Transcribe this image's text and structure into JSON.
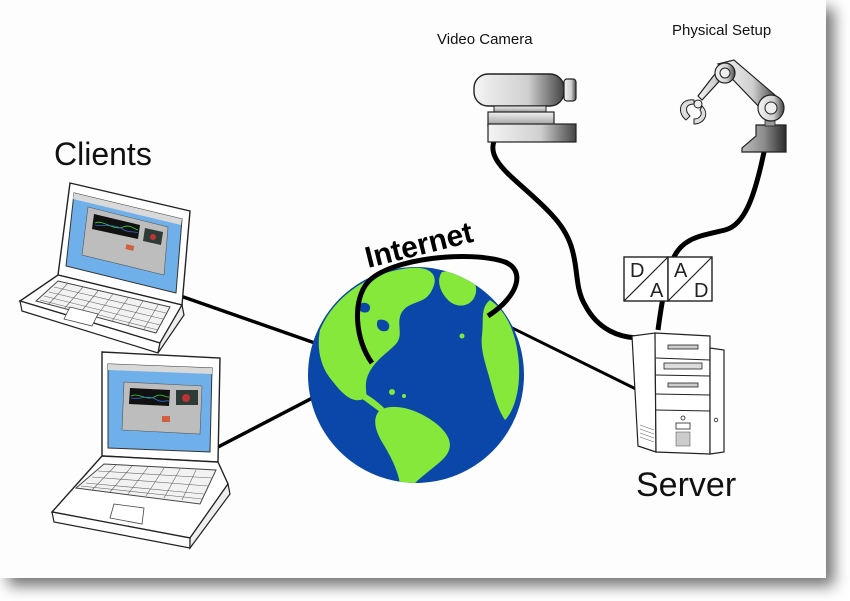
{
  "diagram": {
    "title": "Internet remote lab setup",
    "labels": {
      "clients": "Clients",
      "internet": "Internet",
      "video_camera": "Video Camera",
      "physical_setup": "Physical Setup",
      "server": "Server"
    },
    "converters": [
      {
        "name": "D/A converter",
        "top_left": "D",
        "bottom_right": "A"
      },
      {
        "name": "A/D converter",
        "top_left": "A",
        "bottom_right": "D"
      }
    ],
    "nodes": [
      {
        "id": "client-1",
        "type": "laptop"
      },
      {
        "id": "client-2",
        "type": "laptop"
      },
      {
        "id": "internet",
        "type": "globe"
      },
      {
        "id": "server",
        "type": "tower-computer"
      },
      {
        "id": "video-camera",
        "type": "camera"
      },
      {
        "id": "physical-setup",
        "type": "robot-arm"
      }
    ],
    "connections": [
      {
        "from": "client-1",
        "to": "internet"
      },
      {
        "from": "client-2",
        "to": "internet"
      },
      {
        "from": "internet",
        "to": "server"
      },
      {
        "from": "video-camera",
        "to": "server"
      },
      {
        "from": "physical-setup",
        "to": "converters"
      },
      {
        "from": "converters",
        "to": "server"
      }
    ],
    "colors": {
      "ocean": "#0a47a8",
      "land": "#86e83a",
      "screen": "#6fb0ea",
      "line": "#000000"
    }
  }
}
